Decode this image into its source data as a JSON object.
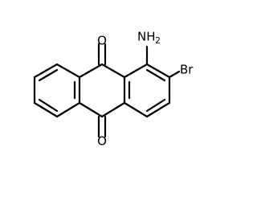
{
  "molecule": {
    "atoms": {
      "oxygen_top": "O",
      "oxygen_bottom": "O",
      "amine": "NH",
      "amine_subscript": "2",
      "bromine": "Br"
    }
  }
}
